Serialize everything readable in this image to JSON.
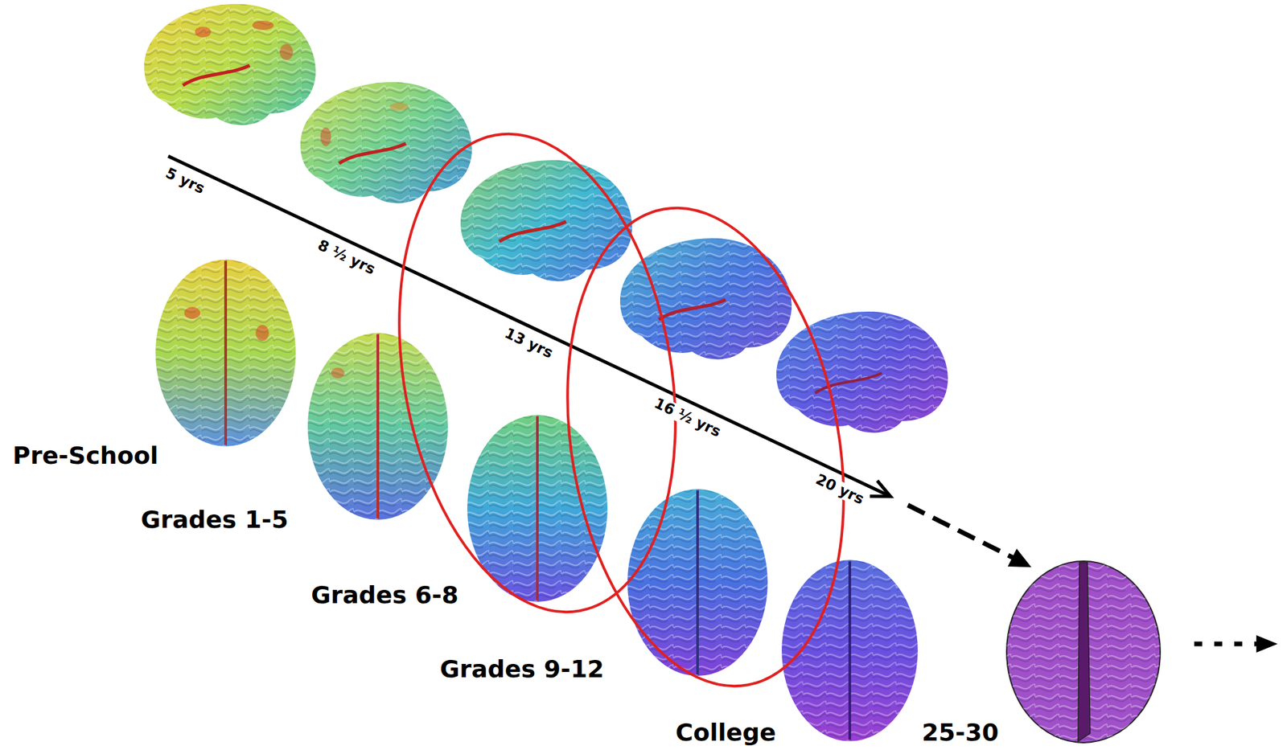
{
  "diagram": {
    "labels": [
      "5 yrs",
      "8 ½ yrs",
      "13 yrs",
      "16 ½ yrs",
      "20 yrs",
      "Pre-School",
      "Grades 1-5",
      "Grades 6-8",
      "Grades 9-12",
      "College",
      "25-30"
    ]
  }
}
